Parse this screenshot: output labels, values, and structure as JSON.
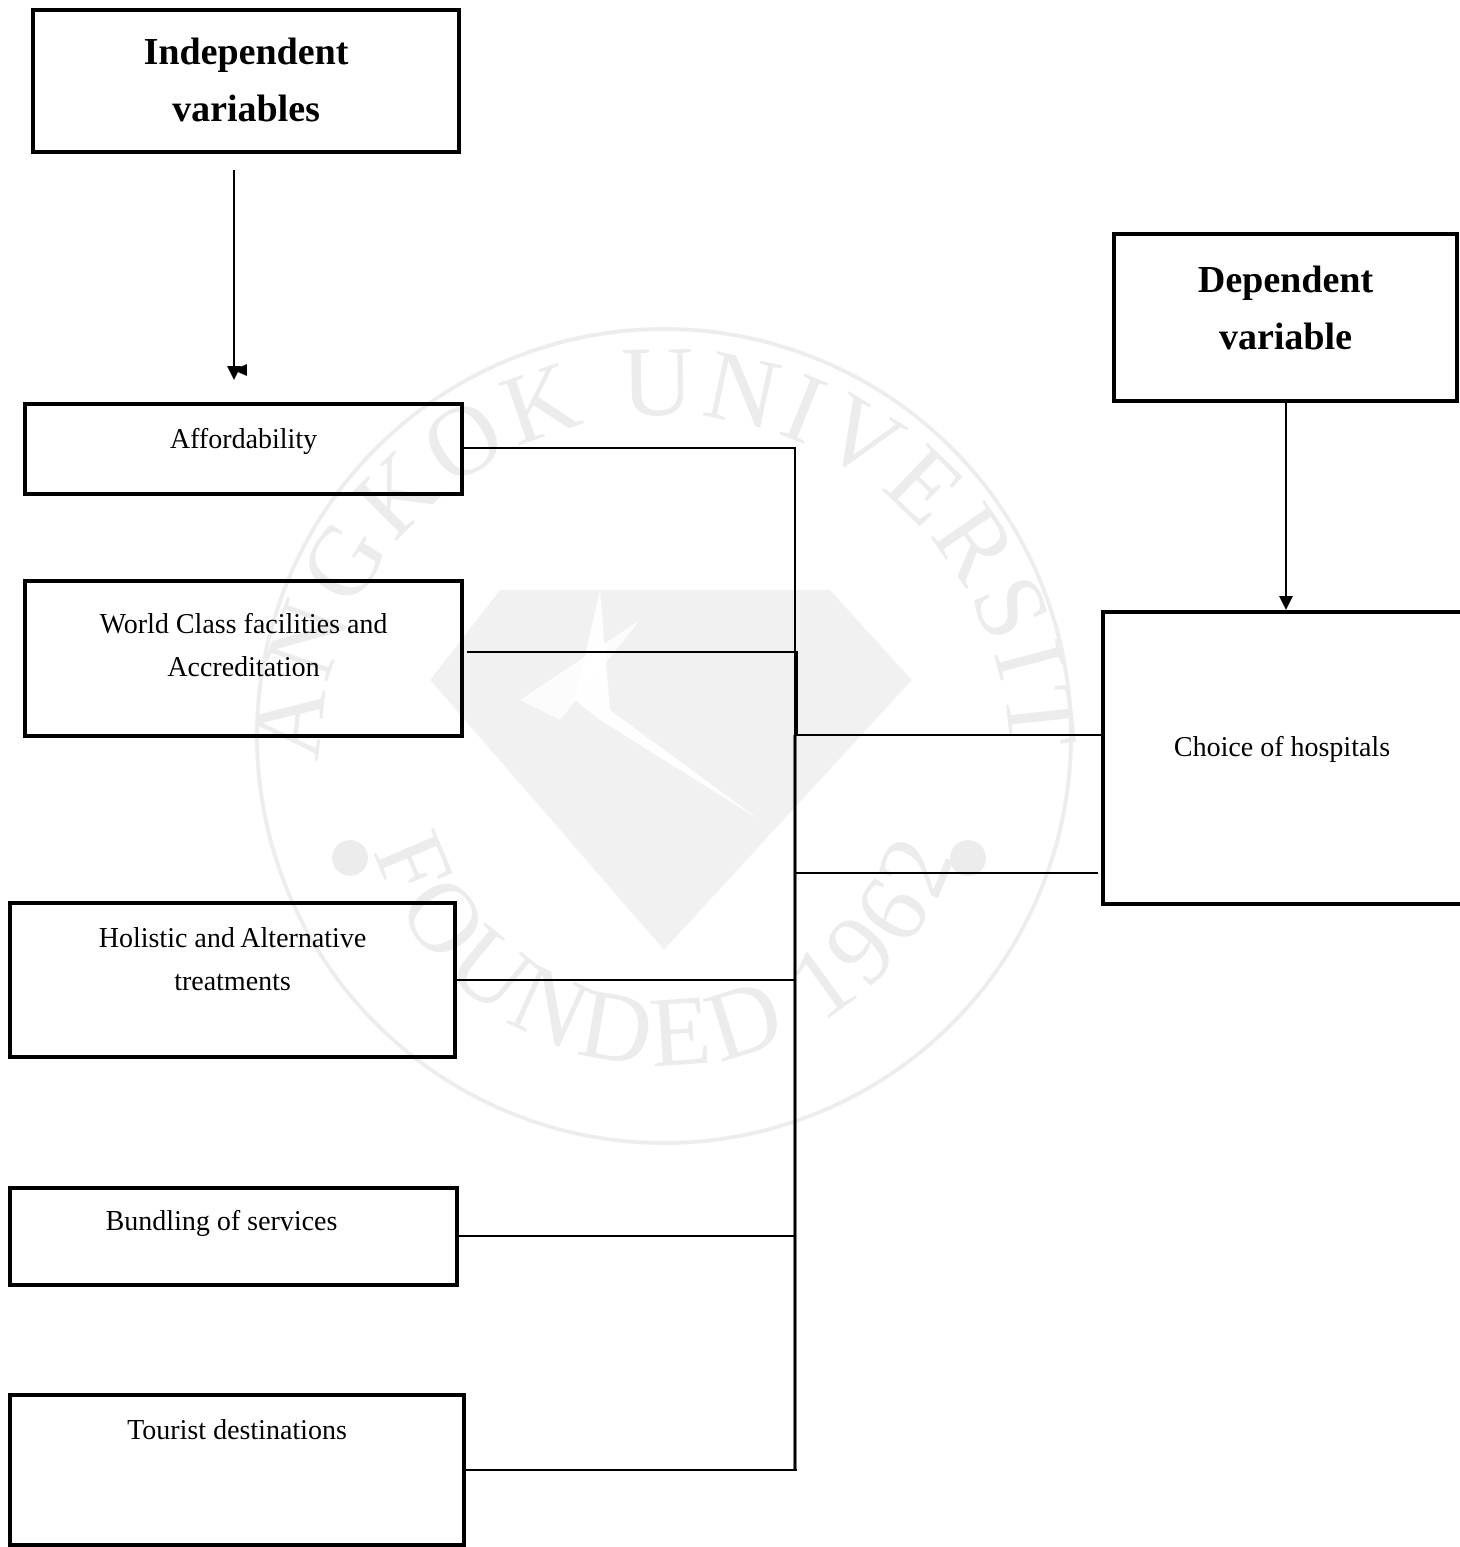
{
  "watermark": {
    "top_text": "BANGKOK UNIVERSITY",
    "bottom_text": "FOUNDED 1962"
  },
  "independent_header": {
    "line1": "Independent",
    "line2": "variables"
  },
  "dependent_header": {
    "line1": "Dependent",
    "line2": "variable"
  },
  "factors": [
    {
      "line1": "Affordability",
      "line2": ""
    },
    {
      "line1": "World Class facilities and",
      "line2": "Accreditation"
    },
    {
      "line1": "Holistic and Alternative",
      "line2": "treatments"
    },
    {
      "line1": "Bundling of services",
      "line2": ""
    },
    {
      "line1": "Tourist destinations",
      "line2": ""
    }
  ],
  "outcome": {
    "label": "Choice of hospitals"
  }
}
